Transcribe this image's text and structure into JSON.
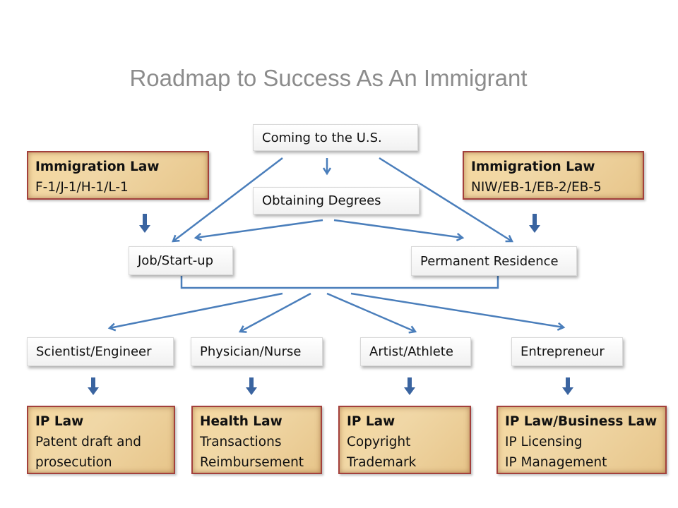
{
  "title": "Roadmap to Success As An Immigrant",
  "nodes": {
    "coming": "Coming to the U.S.",
    "degrees": "Obtaining Degrees",
    "job": "Job/Start-up",
    "residence": "Permanent Residence",
    "scientist": "Scientist/Engineer",
    "physician": "Physician/Nurse",
    "artist": "Artist/Athlete",
    "entrepreneur": "Entrepreneur"
  },
  "law_boxes": {
    "imm_left": {
      "title": "Immigration Law",
      "lines": [
        "F-1/J-1/H-1/L-1"
      ]
    },
    "imm_right": {
      "title": "Immigration Law",
      "lines": [
        "NIW/EB-1/EB-2/EB-5"
      ]
    },
    "ip1": {
      "title": "IP Law",
      "lines": [
        "Patent draft and",
        "prosecution"
      ]
    },
    "health": {
      "title": "Health Law",
      "lines": [
        "Transactions",
        "Reimbursement"
      ]
    },
    "ip2": {
      "title": "IP Law",
      "lines": [
        "Copyright",
        "Trademark"
      ]
    },
    "ipbiz": {
      "title": "IP Law/Business Law",
      "lines": [
        "IP Licensing",
        "IP Management"
      ]
    }
  },
  "colors": {
    "line": "#4a7ebb",
    "arrow": "#3a64a0",
    "border": "#a3403c"
  }
}
